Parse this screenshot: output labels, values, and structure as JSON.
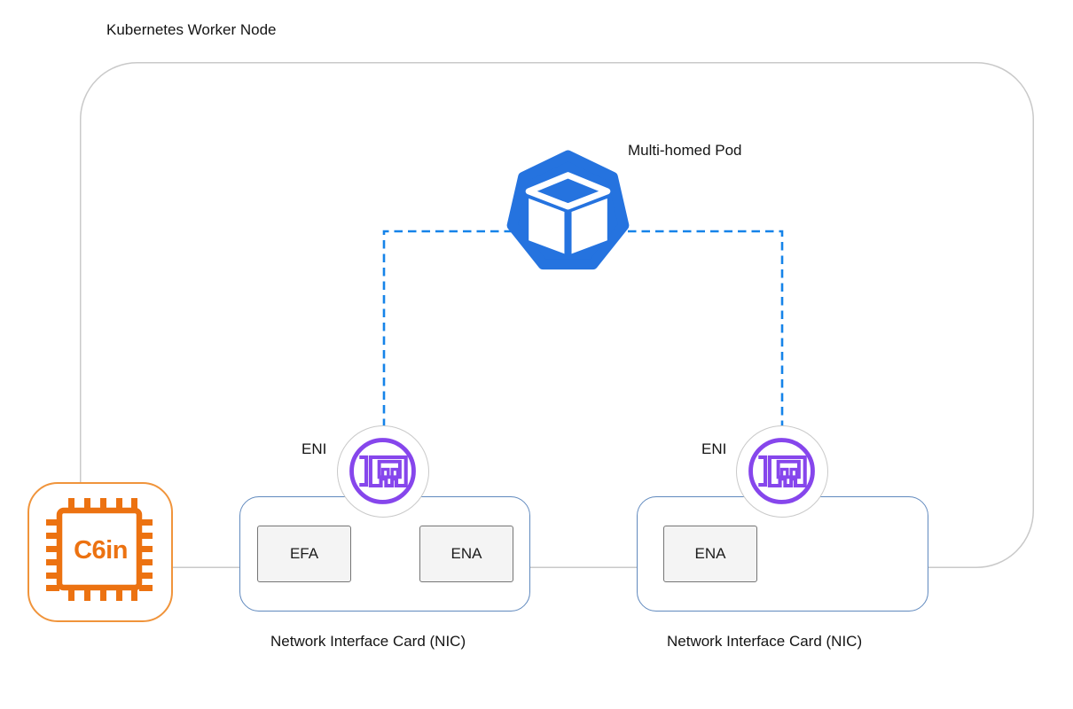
{
  "diagram": {
    "title": "Kubernetes Worker Node",
    "pod": {
      "label": "Multi-homed Pod"
    },
    "enis": {
      "left": "ENI",
      "right": "ENI"
    },
    "nic_left": {
      "caption": "Network Interface Card (NIC)",
      "efa": "EFA",
      "ena": "ENA"
    },
    "nic_right": {
      "caption": "Network Interface Card (NIC)",
      "ena": "ENA"
    },
    "instance": {
      "label": "C6in"
    },
    "icons": {
      "pod": "kubernetes-pod-icon",
      "eni": "elastic-network-interface-icon",
      "instance": "ec2-instance-chip-icon"
    },
    "colors": {
      "pod_blue": "#2573DF",
      "dashed_link_blue": "#1583E9",
      "eni_purple": "#8646EC",
      "nic_border_blue": "#6089BE",
      "node_border_gray": "#C9C9C9",
      "instance_orange": "#EC7211",
      "adapter_fill": "#F4F4F4",
      "adapter_border": "#757575",
      "text_black": "#141414"
    }
  }
}
